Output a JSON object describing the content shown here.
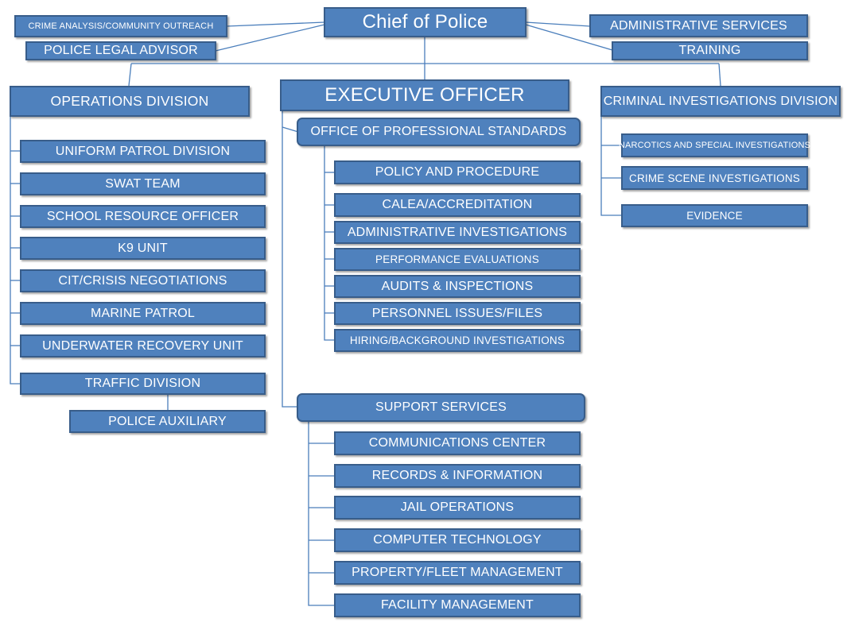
{
  "chief": "Chief of Police",
  "crime_analysis": "CRIME ANALYSIS/COMMUNITY OUTREACH",
  "legal_advisor": "POLICE LEGAL ADVISOR",
  "admin_services": "ADMINISTRATIVE SERVICES",
  "training": "TRAINING",
  "executive_officer": "EXECUTIVE OFFICER",
  "operations": {
    "title": "OPERATIONS DIVISION",
    "units": [
      "UNIFORM PATROL DIVISION",
      "SWAT TEAM",
      "SCHOOL RESOURCE OFFICER",
      "K9 UNIT",
      "CIT/CRISIS NEGOTIATIONS",
      "MARINE PATROL",
      "UNDERWATER RECOVERY UNIT",
      "TRAFFIC DIVISION"
    ],
    "auxiliary": "POLICE AUXILIARY"
  },
  "professional_standards": {
    "title": "OFFICE OF PROFESSIONAL STANDARDS",
    "units": [
      "POLICY AND PROCEDURE",
      "CALEA/ACCREDITATION",
      "ADMINISTRATIVE INVESTIGATIONS",
      "PERFORMANCE EVALUATIONS",
      "AUDITS & INSPECTIONS",
      "PERSONNEL ISSUES/FILES",
      "HIRING/BACKGROUND INVESTIGATIONS"
    ]
  },
  "support_services": {
    "title": "SUPPORT SERVICES",
    "units": [
      "COMMUNICATIONS CENTER",
      "RECORDS & INFORMATION",
      "JAIL OPERATIONS",
      "COMPUTER TECHNOLOGY",
      "PROPERTY/FLEET MANAGEMENT",
      "FACILITY MANAGEMENT"
    ]
  },
  "criminal_investigations": {
    "title": "CRIMINAL INVESTIGATIONS DIVISION",
    "units": [
      "NARCOTICS AND SPECIAL INVESTIGATIONS",
      "CRIME SCENE INVESTIGATIONS",
      "EVIDENCE"
    ]
  },
  "colors": {
    "box_fill": "#4f81bd",
    "box_border": "#385d8a",
    "connector": "#4a7ebb",
    "text": "#ffffff"
  }
}
